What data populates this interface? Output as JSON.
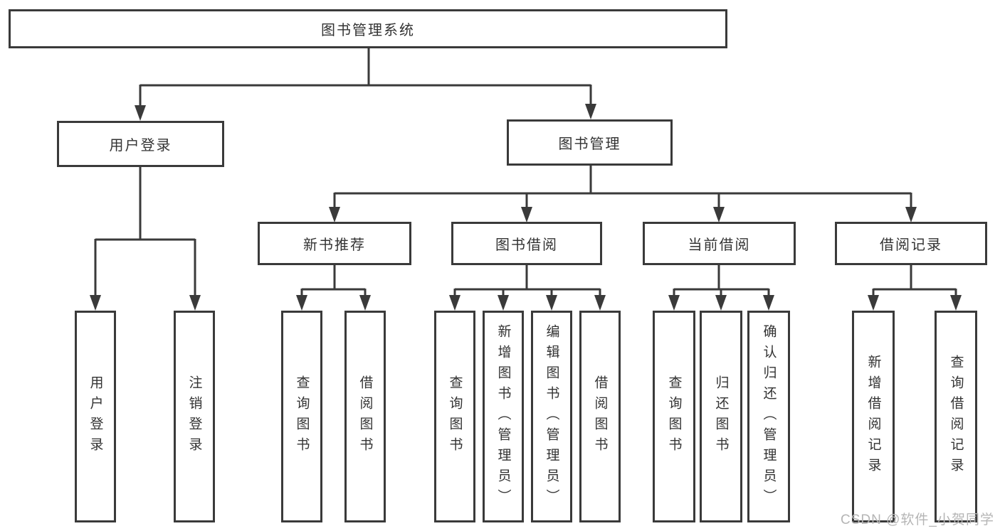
{
  "tree": {
    "root": {
      "label": "图书管理系统"
    },
    "branches": [
      {
        "label": "用户登录",
        "children": [
          {
            "label": "用户登录"
          },
          {
            "label": "注销登录"
          }
        ]
      },
      {
        "label": "图书管理",
        "children": [
          {
            "label": "新书推荐",
            "children": [
              {
                "label": "查询图书"
              },
              {
                "label": "借阅图书"
              }
            ]
          },
          {
            "label": "图书借阅",
            "children": [
              {
                "label": "查询图书"
              },
              {
                "label": "新增图书（管理员）"
              },
              {
                "label": "编辑图书（管理员）"
              },
              {
                "label": "借阅图书"
              }
            ]
          },
          {
            "label": "当前借阅",
            "children": [
              {
                "label": "查询图书"
              },
              {
                "label": "归还图书"
              },
              {
                "label": "确认归还（管理员）"
              }
            ]
          },
          {
            "label": "借阅记录",
            "children": [
              {
                "label": "新增借阅记录"
              },
              {
                "label": "查询借阅记录"
              }
            ]
          }
        ]
      }
    ]
  },
  "watermark": {
    "text": "CSDN @软件_小贺同学"
  },
  "colors": {
    "line": "#3a3a3a",
    "text": "#333333",
    "background": "#ffffff",
    "watermark": "#b5b5b5"
  }
}
